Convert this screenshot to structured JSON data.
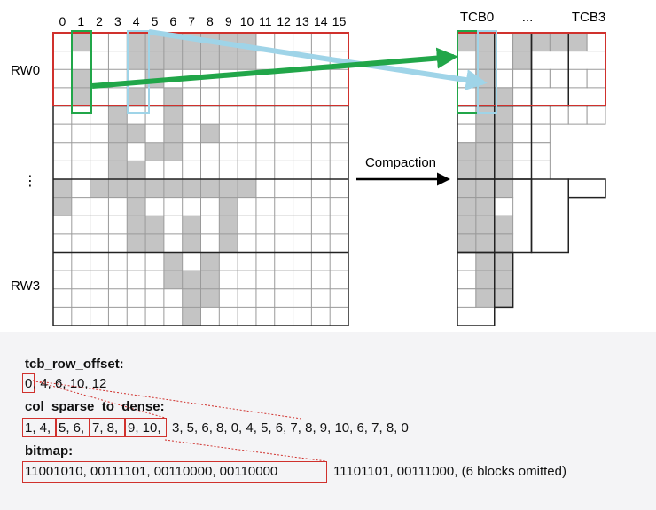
{
  "labels": {
    "col_indices": [
      "0",
      "1",
      "2",
      "3",
      "4",
      "5",
      "6",
      "7",
      "8",
      "9",
      "10",
      "11",
      "12",
      "13",
      "14",
      "15"
    ],
    "tcb_first": "TCB0",
    "tcb_ellipsis": "...",
    "tcb_last": "TCB3",
    "row_window_first": "RW0",
    "row_window_ellipsis": "⋮",
    "row_window_last": "RW3",
    "compaction": "Compaction"
  },
  "sparse_matrix": {
    "rows": 16,
    "cols": 16,
    "filled": [
      [
        1,
        4,
        5,
        6,
        7,
        8,
        9,
        10
      ],
      [
        4,
        5,
        6,
        7,
        8,
        9,
        10
      ],
      [
        1,
        5
      ],
      [
        1,
        4,
        6
      ],
      [
        3,
        6
      ],
      [
        3,
        4,
        6,
        8
      ],
      [
        3,
        5,
        6
      ],
      [
        3,
        4
      ],
      [
        0,
        2,
        3,
        4,
        5,
        6,
        7,
        8,
        9,
        10
      ],
      [
        0,
        4,
        9
      ],
      [
        4,
        5,
        7,
        9
      ],
      [
        4,
        5,
        7,
        9
      ],
      [
        6,
        8
      ],
      [
        6,
        7,
        8
      ],
      [
        7,
        8
      ],
      [
        7
      ]
    ]
  },
  "dense_matrix": {
    "rows": 16,
    "cols": 8,
    "active": [
      [
        0,
        1,
        2,
        3,
        4,
        5,
        6,
        7
      ],
      [
        0,
        1,
        2,
        3
      ],
      [
        0,
        1,
        2,
        3,
        4,
        5,
        6,
        7
      ],
      [
        0,
        1,
        2,
        3
      ],
      [
        0,
        1,
        2,
        3,
        4,
        5,
        6,
        7
      ],
      [
        0,
        1,
        2,
        3,
        4
      ],
      [
        0,
        1,
        2,
        3,
        4
      ],
      [
        0,
        1,
        2,
        3,
        4
      ],
      [
        0,
        1,
        2
      ],
      [
        0,
        1,
        2
      ],
      [
        0,
        1,
        2
      ],
      [
        0,
        1,
        2
      ],
      [
        0,
        1,
        2
      ],
      [
        0,
        1,
        2
      ],
      [
        0,
        1,
        2
      ]
    ],
    "filled": [
      [
        0,
        1,
        3,
        4,
        5,
        6
      ],
      [
        1,
        3,
        4,
        5,
        6
      ],
      [
        1
      ],
      [
        1,
        2
      ],
      [
        1,
        2
      ],
      [
        1,
        2
      ],
      [
        0,
        1,
        2
      ],
      [
        0,
        1,
        2
      ],
      [
        0,
        1,
        2,
        3,
        4,
        6
      ],
      [
        0,
        1,
        3,
        5
      ],
      [
        0,
        1,
        2,
        3
      ],
      [
        0,
        1,
        2,
        3
      ],
      [
        1,
        2
      ],
      [
        1,
        2
      ],
      [
        1,
        2
      ],
      [
        1
      ]
    ]
  },
  "bottom": {
    "tcb_row_offset": {
      "label": "tcb_row_offset:",
      "first": "0",
      "rest": ", 4, 6, 10, 12"
    },
    "col_sparse_to_dense": {
      "label": "col_sparse_to_dense:",
      "groups": [
        "1, 4,",
        "5, 6,",
        "7, 8,",
        "9, 10,"
      ],
      "rest": "3, 5, 6, 8, 0, 4, 5, 6, 7, 8, 9, 10, 6, 7, 8, 0"
    },
    "bitmap": {
      "label": "bitmap:",
      "boxed": "11001010, 00111101, 00110000, 00110000",
      "rest": "11101101, 00111000, (6 blocks omitted)"
    }
  },
  "colors": {
    "highlight_red": "#d0312d",
    "green": "#21a649",
    "light_blue": "#9fd4e8",
    "fill_gray": "#c4c4c4",
    "grid_line": "#9a9a9a",
    "panel_bg": "#f4f4f6"
  }
}
